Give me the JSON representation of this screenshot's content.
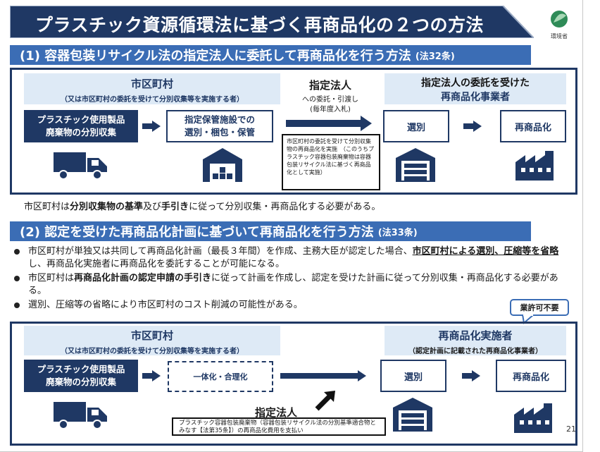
{
  "title": "プラスチック資源循環法に基づく再商品化の２つの方法",
  "logo": {
    "label": "環境省",
    "color": "#2e8b57"
  },
  "section1": {
    "heading": "(1) 容器包装リサイクル法の指定法人に委託して再商品化を行う方法",
    "law": "(法32条)",
    "muni_title": "市区町村",
    "muni_sub": "（又は市区町村の委託を受けて分別収集等を実施する者）",
    "box_collect_line1": "プラスチック使用製品",
    "box_collect_line2": "廃棄物の分別収集",
    "box_storage_line1": "指定保管施設での",
    "box_storage_line2": "選別・梱包・保管",
    "designated_title": "指定法人",
    "designated_sub1": "への委託・引渡し",
    "designated_sub2": "(毎年度入札)",
    "note": "市区町村の委託を受けて分別収集物の再商品化を実施　（このうちプラスチック容器包装廃棄物は容器包装リサイクル法に基づく再商品化として実施）",
    "recycler_title_line1": "指定法人の委託を受けた",
    "recycler_title_line2": "再商品化事業者",
    "sort_label": "選別",
    "recommerce_label": "再商品化",
    "footnote_parts": [
      "市区町村は",
      "分別収集物の基準",
      "及び",
      "手引き",
      "に従って分別収集・再商品化する必要がある。"
    ]
  },
  "section2": {
    "heading": "(2) 認定を受けた再商品化計画に基づいて再商品化を行う方法",
    "law": "(法33条)",
    "bullets": [
      {
        "parts": [
          "市区町村が単独又は共同して再商品化計画（最長３年間）を作成、主務大臣が認定した場合、",
          "市区町村による選別、圧縮等を省略",
          "し、再商品化実施者に再商品化を委託することが可能になる。"
        ]
      },
      {
        "parts": [
          "市区町村は",
          "再商品化計画の認定申請の手引き",
          "に従って計画を作成し、認定を受けた計画に従って分別収集・再商品化する必要がある。"
        ]
      },
      {
        "parts": [
          "選別、圧縮等の省略により市区町村のコスト削減の可能性がある。"
        ]
      }
    ],
    "callout": "業許可不要",
    "muni_title": "市区町村",
    "muni_sub": "（又は市区町村の委託を受けて分別収集等を実施する者）",
    "box_collect_line1": "プラスチック使用製品",
    "box_collect_line2": "廃棄物の分別収集",
    "integrated_label": "一体化・合理化",
    "implementer_title": "再商品化実施者",
    "implementer_sub": "（認定計画に記載された再商品化事業者）",
    "sort_label": "選別",
    "recommerce_label": "再商品化",
    "designated_title": "指定法人",
    "designated_note": "プラスチック容器包装廃棄物（容器包装リサイクル法の分別基準適合物とみなす【法第35条】）の再商品化費用を支払い"
  },
  "page_number": "21"
}
